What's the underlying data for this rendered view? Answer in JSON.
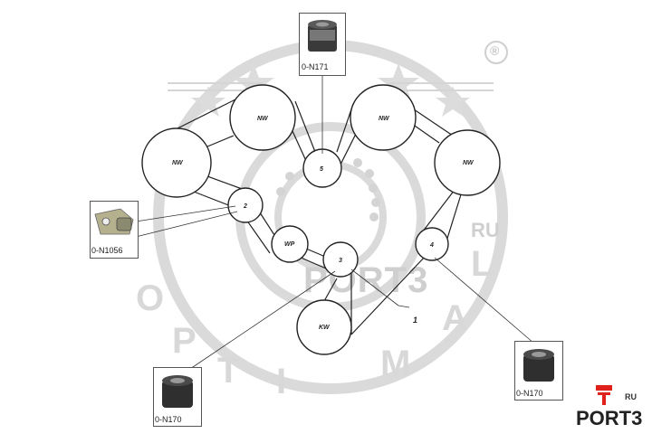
{
  "watermark": {
    "registered_mark": "®",
    "optimal_letters": [
      "O",
      "P",
      "T",
      "I",
      "M",
      "A",
      "L"
    ],
    "port3_text": "PORT3",
    "port3_ru": "RU"
  },
  "pulleys": {
    "nw_left": "NW",
    "nw_top_left": "NW",
    "nw_top_right": "NW",
    "nw_right": "NW",
    "p5": "5",
    "p2": "2",
    "wp": "WP",
    "p3": "3",
    "p4": "4",
    "kw": "KW"
  },
  "belt_label": "1",
  "parts": {
    "top": "0-N171",
    "left": "0-N1056",
    "bottom_left": "0-N170",
    "right": "0-N170"
  },
  "logo": {
    "ru": "RU",
    "name": "PORT3"
  },
  "colors": {
    "line": "#222222",
    "watermark": "#d9d9d9",
    "logo_red": "#e0201b"
  }
}
